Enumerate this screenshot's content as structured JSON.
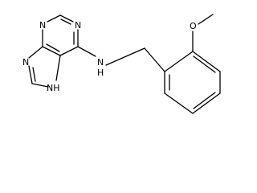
{
  "molecule": {
    "atom_labels": {
      "n1": "N",
      "n3": "N",
      "n7": "N",
      "n9h": "NH",
      "amine": "N",
      "amine_h": "H",
      "oxygen": "O"
    }
  }
}
